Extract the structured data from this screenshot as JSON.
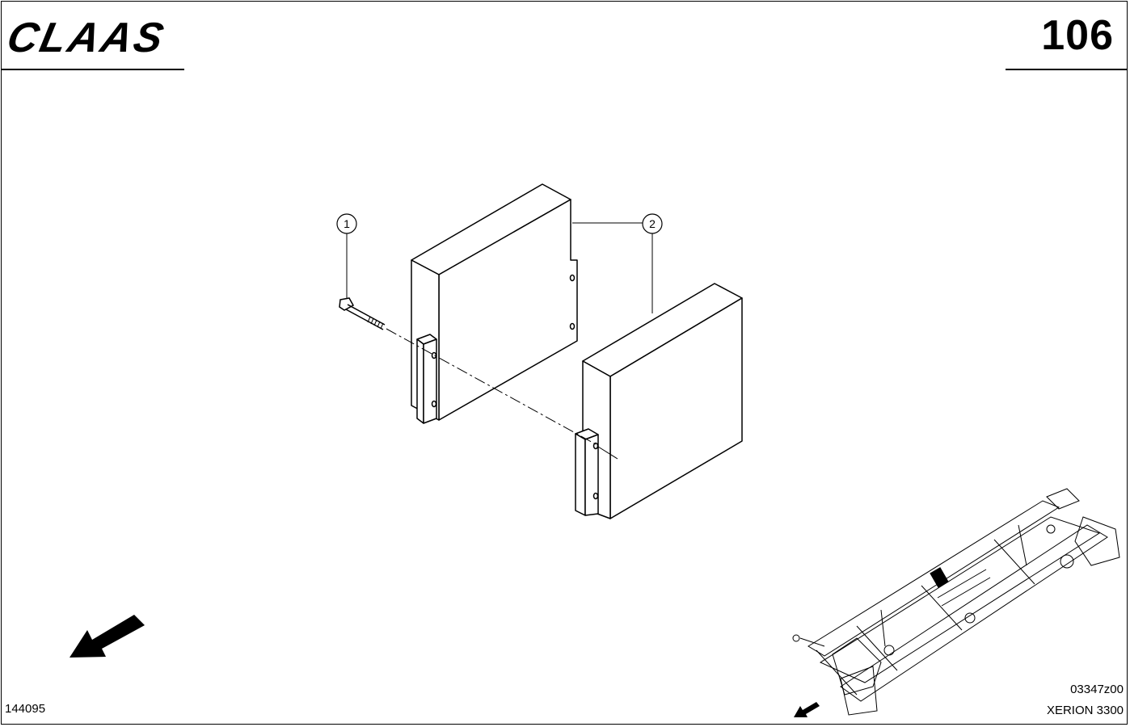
{
  "header": {
    "brand": "CLAAS",
    "page_number": "106"
  },
  "callouts": [
    {
      "number": "1",
      "part": "bolt"
    },
    {
      "number": "2",
      "part": "counterweight"
    }
  ],
  "footer": {
    "left_code": "144095",
    "drawing_code": "03347z00",
    "model": "XERION 3300"
  },
  "icons": [
    "claas-logo",
    "direction-arrow-icon",
    "frame-overview-thumbnail"
  ]
}
